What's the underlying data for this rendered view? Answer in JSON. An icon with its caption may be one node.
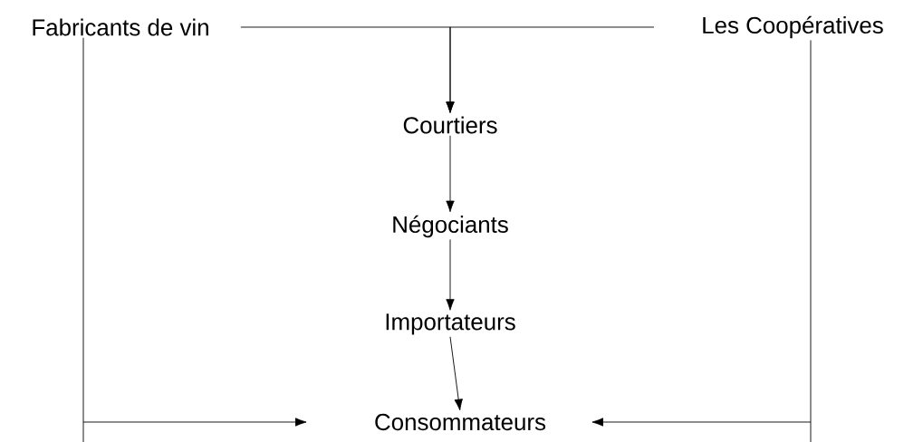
{
  "diagram": {
    "nodes": [
      {
        "text": [
          "Fabricants de vin"
        ]
      },
      {
        "text": [
          "Les Coopératives"
        ]
      },
      {
        "text": [
          "Courtiers"
        ]
      },
      {
        "text": [
          "Négociants"
        ]
      },
      {
        "text": [
          "Importateurs"
        ]
      },
      {
        "text": [
          "Consommateurs"
        ]
      }
    ],
    "edges": [
      {
        "from": 0,
        "to": 2,
        "arrow": "to"
      },
      {
        "from": 1,
        "to": 2,
        "arrow": "to"
      },
      {
        "from": 2,
        "to": 3,
        "arrow": "to"
      },
      {
        "from": 3,
        "to": 4,
        "arrow": "to"
      },
      {
        "from": 4,
        "to": 5,
        "arrow": "to"
      },
      {
        "from": 0,
        "to": 5,
        "arrow": "to"
      },
      {
        "from": 1,
        "to": 5,
        "arrow": "to"
      }
    ]
  }
}
